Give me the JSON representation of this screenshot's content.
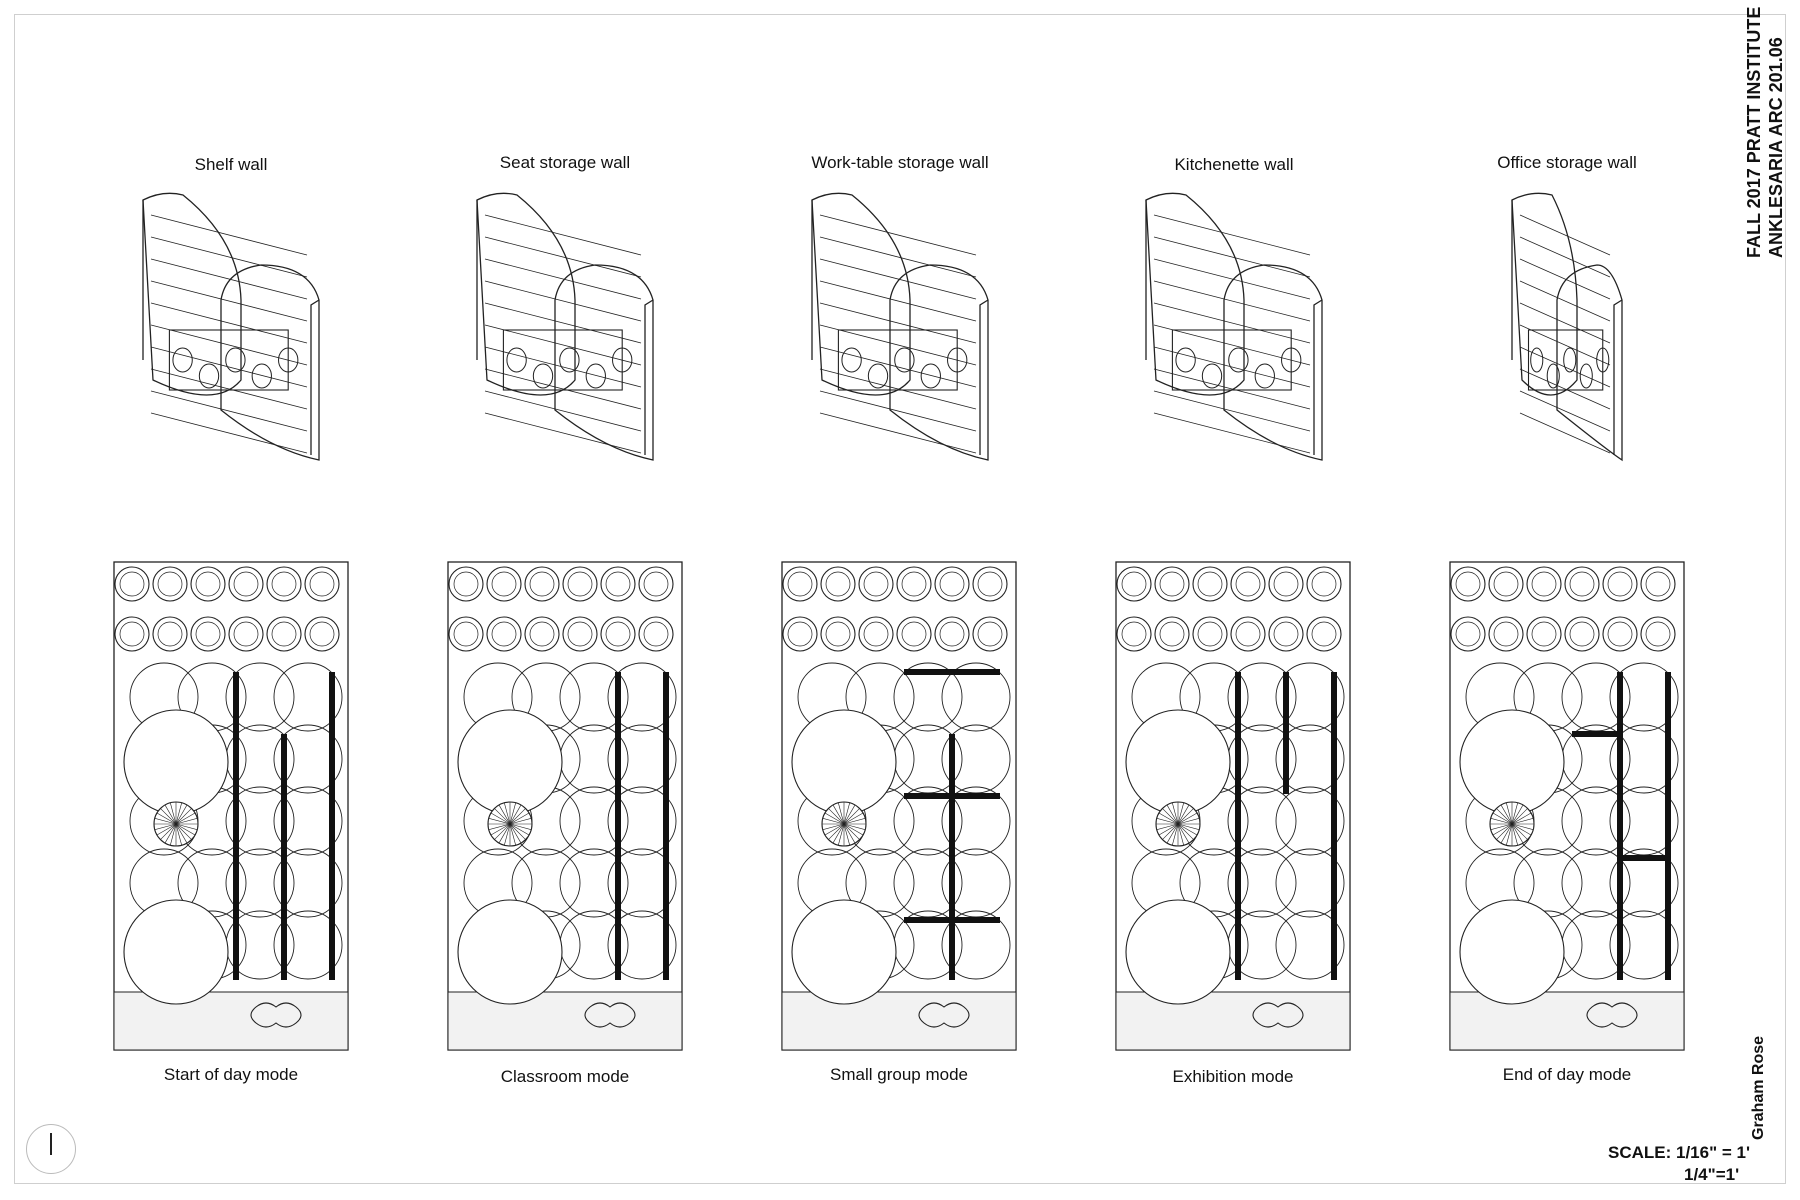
{
  "header": {
    "line1": "FALL 2017  PRATT INSTITUTE",
    "line2": "ANKLESARIA  ARC 201.06"
  },
  "author": "Graham Rose",
  "scale": {
    "line1": "SCALE: 1/16\" = 1'",
    "line2": "1/4\"=1'"
  },
  "walls": [
    {
      "label": "Shelf wall"
    },
    {
      "label": "Seat storage wall"
    },
    {
      "label": "Work-table storage wall"
    },
    {
      "label": "Kitchenette wall"
    },
    {
      "label": "Office storage wall"
    }
  ],
  "modes": [
    {
      "label": "Start of day mode"
    },
    {
      "label": "Classroom mode"
    },
    {
      "label": "Small group mode"
    },
    {
      "label": "Exhibition mode"
    },
    {
      "label": "End of day mode"
    }
  ]
}
